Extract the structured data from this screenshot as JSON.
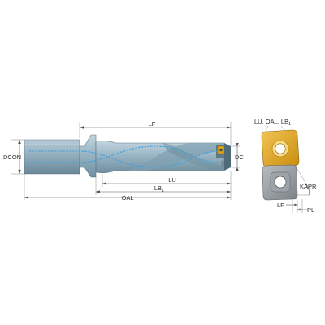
{
  "labels": {
    "lf": "LF",
    "dc": "DC",
    "dcon": "DCON",
    "lu": "LU",
    "lb1_main": "LB",
    "lb1_sub": "1",
    "oal": "OAL",
    "insert_top_main": "LU, OAL, LB",
    "insert_top_sub": "1",
    "kapr": "KAPR",
    "insert_lf": "LF",
    "pl": "PL"
  },
  "colors": {
    "body_steel": "#9ab5c4",
    "body_dark": "#6f8fa0",
    "coolant": "#3aa0e0",
    "insert_gold": "#e0a418",
    "insert_gold_light": "#f2c454",
    "insert_grey": "#8e9399",
    "insert_grey_light": "#b9bdc2"
  }
}
